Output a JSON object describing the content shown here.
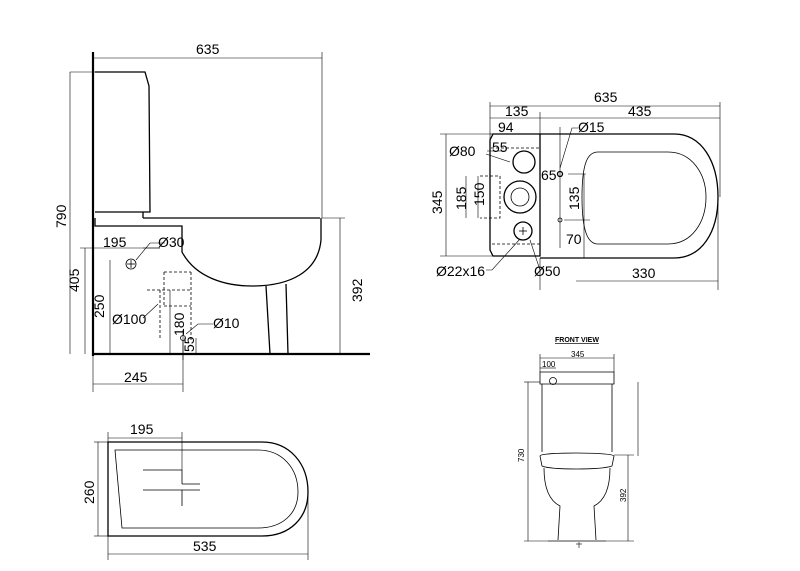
{
  "side_view": {
    "labels": {
      "total_depth": "635",
      "total_height": "790",
      "inlet_offset": "195",
      "inlet_diameter": "Ø30",
      "inlet_height": "405",
      "seat_height": "392",
      "outlet_height": "250",
      "outlet_diameter": "Ø100",
      "outlet_center": "180",
      "fix_diameter": "Ø10",
      "fix_height": "55",
      "outlet_distance": "245"
    }
  },
  "top_view": {
    "labels": {
      "total_depth": "635",
      "tank_depth": "135",
      "bowl_depth": "435",
      "button_offset": "94",
      "hole_diameter": "Ø15",
      "button_diameter": "Ø80",
      "button_pos": "55",
      "hole_offset": "65",
      "tank_width": "345",
      "dim_185": "185",
      "dim_150": "150",
      "hole_spacing": "135",
      "hole_to_rim": "70",
      "inlet_diameter": "Ø22x16",
      "outlet_diameter": "Ø50",
      "seat_length": "330"
    }
  },
  "plan_view": {
    "labels": {
      "offset": "195",
      "width": "260",
      "length": "535"
    }
  },
  "front_view": {
    "title": "FRONT VIEW",
    "labels": {
      "width": "345",
      "button": "100",
      "height": "730",
      "seat_height": "392"
    }
  }
}
